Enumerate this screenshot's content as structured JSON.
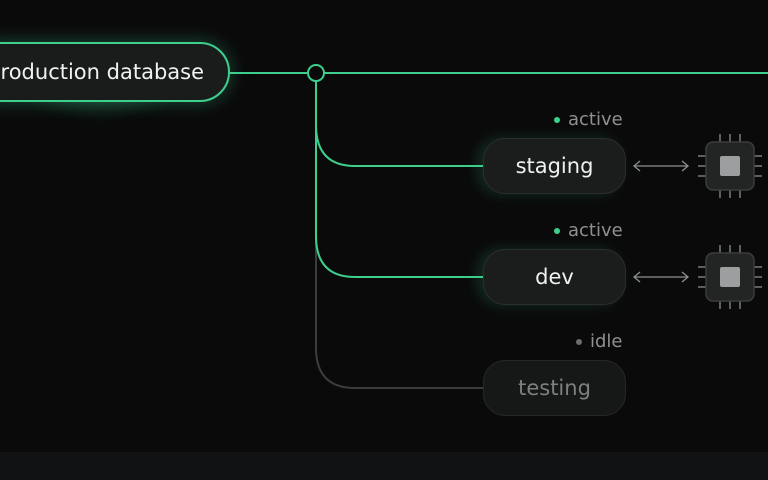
{
  "diagram": {
    "root": {
      "label": "roduction database"
    },
    "branches": [
      {
        "label": "staging",
        "status": "active",
        "connected": true
      },
      {
        "label": "dev",
        "status": "active",
        "connected": true
      },
      {
        "label": "testing",
        "status": "idle",
        "connected": false
      }
    ],
    "icons": {
      "compute": "cpu-chip-icon",
      "connector": "double-arrow-icon",
      "status": "status-dot-icon"
    },
    "colors": {
      "accent": "#3ecf8e",
      "background": "#0a0a0a",
      "node": "#1b1d1d",
      "muted": "#8e9091",
      "idle_line": "#3a3c3d"
    }
  }
}
